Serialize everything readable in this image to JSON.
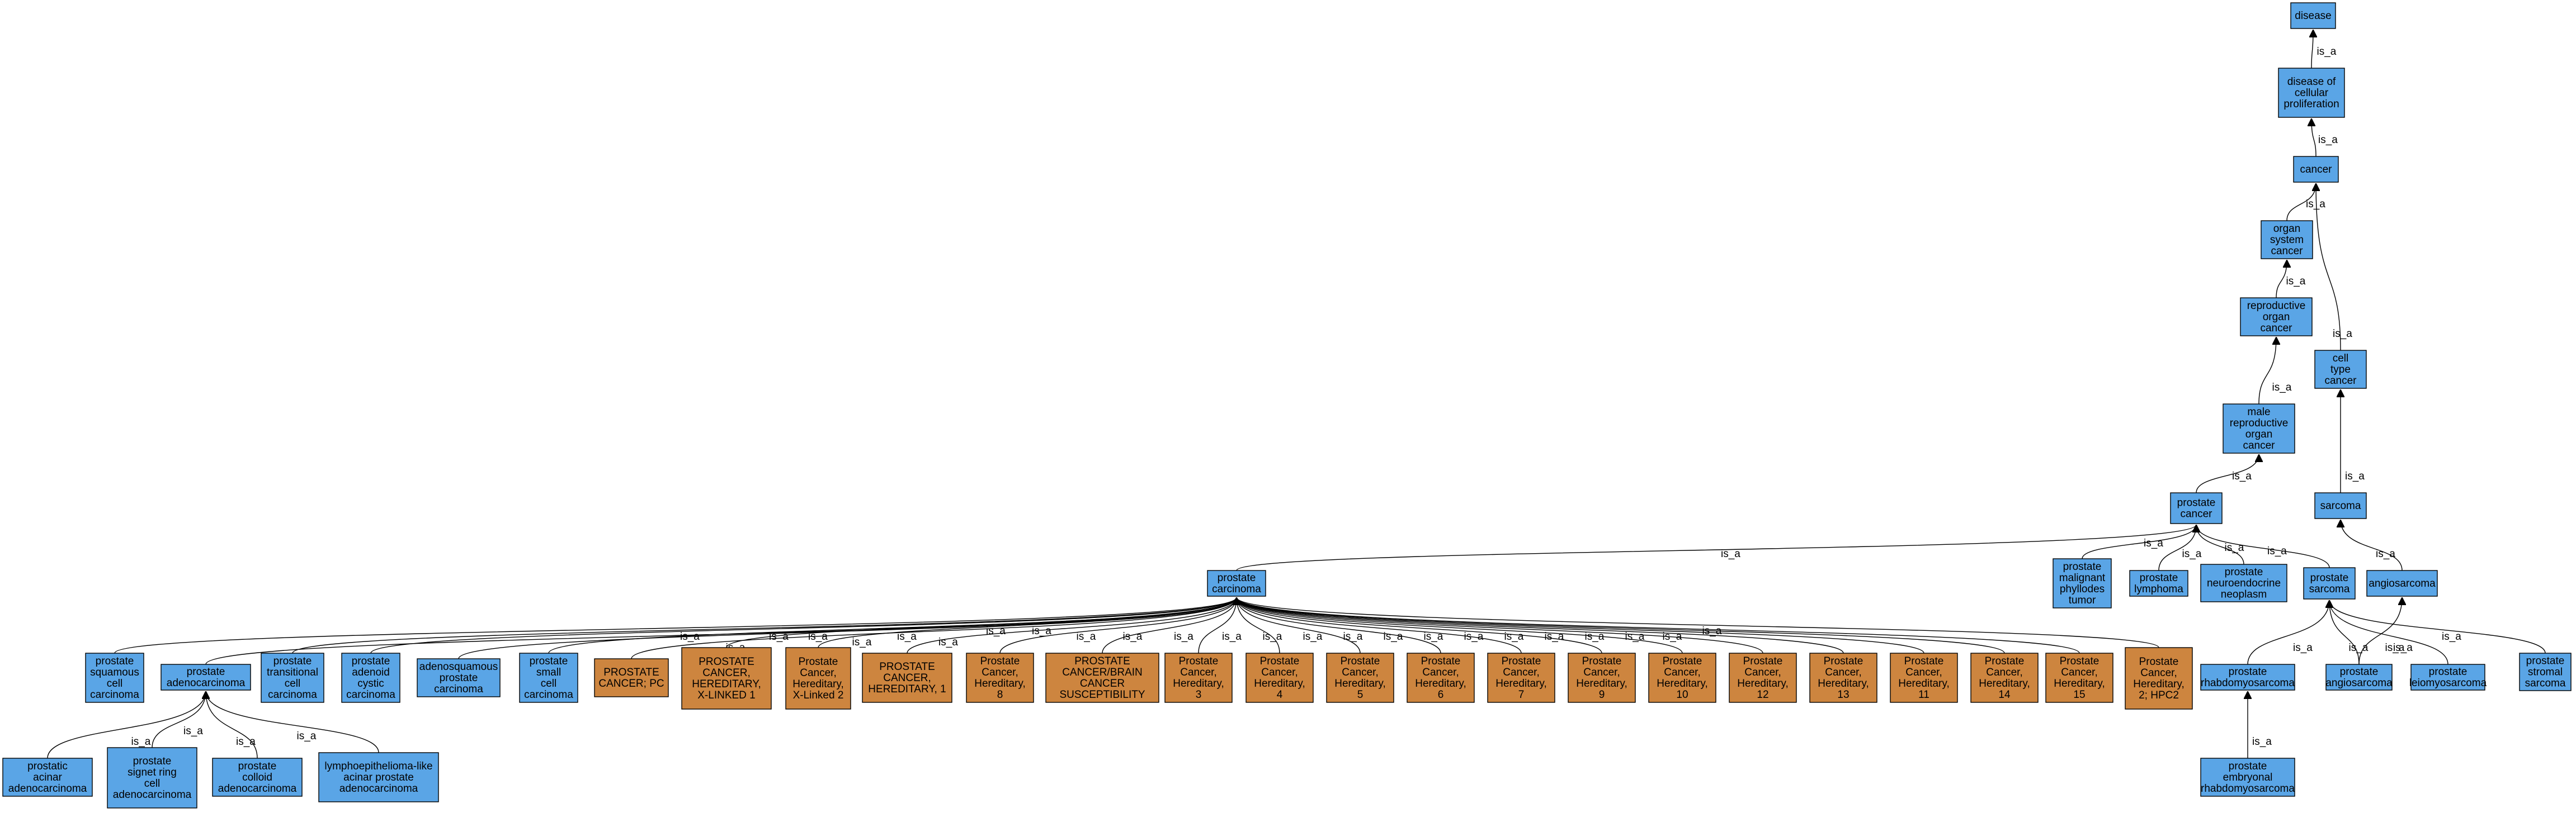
{
  "colors": {
    "ontology_node": "#5aa5e6",
    "omim_node": "#cd853f",
    "edge": "#000000",
    "background": "#ffffff"
  },
  "edge_label": "is_a",
  "nodes": [
    {
      "id": "disease",
      "label": "disease",
      "kind": "ontology"
    },
    {
      "id": "disease-of-cellular-proliferation",
      "label": "disease of cellular proliferation",
      "kind": "ontology"
    },
    {
      "id": "cancer",
      "label": "cancer",
      "kind": "ontology"
    },
    {
      "id": "organ-system-cancer",
      "label": "organ system cancer",
      "kind": "ontology"
    },
    {
      "id": "reproductive-organ-cancer",
      "label": "reproductive organ cancer",
      "kind": "ontology"
    },
    {
      "id": "cell-type-cancer",
      "label": "cell type cancer",
      "kind": "ontology"
    },
    {
      "id": "male-reproductive-organ-cancer",
      "label": "male reproductive organ cancer",
      "kind": "ontology"
    },
    {
      "id": "sarcoma",
      "label": "sarcoma",
      "kind": "ontology"
    },
    {
      "id": "prostate-cancer",
      "label": "prostate cancer",
      "kind": "ontology"
    },
    {
      "id": "angiosarcoma-top",
      "label": "angiosarcoma",
      "kind": "ontology"
    },
    {
      "id": "prostate-malignant-phyllodes-tumor",
      "label": "prostate malignant phyllodes tumor",
      "kind": "ontology"
    },
    {
      "id": "prostate-lymphoma",
      "label": "prostate lymphoma",
      "kind": "ontology"
    },
    {
      "id": "prostate-neuroendocrine-neoplasm",
      "label": "prostate neuroendocrine neoplasm",
      "kind": "ontology"
    },
    {
      "id": "prostate-sarcoma",
      "label": "prostate sarcoma",
      "kind": "ontology"
    },
    {
      "id": "prostate-carcinoma",
      "label": "prostate carcinoma",
      "kind": "ontology"
    },
    {
      "id": "prostate-squamous-cell-carcinoma",
      "label": "prostate squamous cell carcinoma",
      "kind": "ontology"
    },
    {
      "id": "prostate-adenocarcinoma",
      "label": "prostate adenocarcinoma",
      "kind": "ontology"
    },
    {
      "id": "prostate-transitional-cell-carcinoma",
      "label": "prostate transitional cell carcinoma",
      "kind": "ontology"
    },
    {
      "id": "prostate-adenoid-cystic-carcinoma",
      "label": "prostate adenoid cystic carcinoma",
      "kind": "ontology"
    },
    {
      "id": "adenosquamous-prostate-carcinoma",
      "label": "adenosquamous prostate carcinoma",
      "kind": "ontology"
    },
    {
      "id": "prostate-small-cell-carcinoma",
      "label": "prostate small cell carcinoma",
      "kind": "ontology"
    },
    {
      "id": "omim-pc",
      "label": "PROSTATE CANCER; PC",
      "kind": "omim"
    },
    {
      "id": "omim-hxl1",
      "label": "PROSTATE CANCER, HEREDITARY, X-LINKED 1",
      "kind": "omim"
    },
    {
      "id": "omim-hxl2",
      "label": "Prostate Cancer, Hereditary, X-Linked 2",
      "kind": "omim"
    },
    {
      "id": "omim-h1",
      "label": "PROSTATE CANCER, HEREDITARY, 1",
      "kind": "omim"
    },
    {
      "id": "omim-h8",
      "label": "Prostate Cancer, Hereditary, 8",
      "kind": "omim"
    },
    {
      "id": "omim-brain",
      "label": "PROSTATE CANCER/BRAIN CANCER SUSCEPTIBILITY",
      "kind": "omim"
    },
    {
      "id": "omim-h3",
      "label": "Prostate Cancer, Hereditary, 3",
      "kind": "omim"
    },
    {
      "id": "omim-h4",
      "label": "Prostate Cancer, Hereditary, 4",
      "kind": "omim"
    },
    {
      "id": "omim-h5",
      "label": "Prostate Cancer, Hereditary, 5",
      "kind": "omim"
    },
    {
      "id": "omim-h6",
      "label": "Prostate Cancer, Hereditary, 6",
      "kind": "omim"
    },
    {
      "id": "omim-h7",
      "label": "Prostate Cancer, Hereditary, 7",
      "kind": "omim"
    },
    {
      "id": "omim-h9",
      "label": "Prostate Cancer, Hereditary, 9",
      "kind": "omim"
    },
    {
      "id": "omim-h10",
      "label": "Prostate Cancer, Hereditary, 10",
      "kind": "omim"
    },
    {
      "id": "omim-h12",
      "label": "Prostate Cancer, Hereditary, 12",
      "kind": "omim"
    },
    {
      "id": "omim-h13",
      "label": "Prostate Cancer, Hereditary, 13",
      "kind": "omim"
    },
    {
      "id": "omim-h11",
      "label": "Prostate Cancer, Hereditary, 11",
      "kind": "omim"
    },
    {
      "id": "omim-h14",
      "label": "Prostate Cancer, Hereditary, 14",
      "kind": "omim"
    },
    {
      "id": "omim-h15",
      "label": "Prostate Cancer, Hereditary, 15",
      "kind": "omim"
    },
    {
      "id": "omim-h2-hpc2",
      "label": "Prostate Cancer, Hereditary, 2; HPC2",
      "kind": "omim"
    },
    {
      "id": "prostate-rhabdomyosarcoma",
      "label": "prostate rhabdomyosarcoma",
      "kind": "ontology"
    },
    {
      "id": "prostate-angiosarcoma",
      "label": "prostate angiosarcoma",
      "kind": "ontology"
    },
    {
      "id": "prostate-leiomyosarcoma",
      "label": "prostate leiomyosarcoma",
      "kind": "ontology"
    },
    {
      "id": "prostate-stromal-sarcoma",
      "label": "prostate stromal sarcoma",
      "kind": "ontology"
    },
    {
      "id": "prostatic-acinar-adenocarcinoma",
      "label": "prostatic acinar adenocarcinoma",
      "kind": "ontology"
    },
    {
      "id": "prostate-signet-ring-cell-adenocarcinoma",
      "label": "prostate signet ring cell adenocarcinoma",
      "kind": "ontology"
    },
    {
      "id": "prostate-colloid-adenocarcinoma",
      "label": "prostate colloid adenocarcinoma",
      "kind": "ontology"
    },
    {
      "id": "lymphoepithelioma-like-acinar-prostate-adenocarcinoma",
      "label": "lymphoepithelioma-like acinar prostate adenocarcinoma",
      "kind": "ontology"
    },
    {
      "id": "prostate-embryonal-rhabdomyosarcoma",
      "label": "prostate embryonal rhabdomyosarcoma",
      "kind": "ontology"
    }
  ],
  "edges": [
    {
      "from": "disease-of-cellular-proliferation",
      "to": "disease"
    },
    {
      "from": "cancer",
      "to": "disease-of-cellular-proliferation"
    },
    {
      "from": "organ-system-cancer",
      "to": "cancer"
    },
    {
      "from": "cell-type-cancer",
      "to": "cancer"
    },
    {
      "from": "reproductive-organ-cancer",
      "to": "organ-system-cancer"
    },
    {
      "from": "male-reproductive-organ-cancer",
      "to": "reproductive-organ-cancer"
    },
    {
      "from": "sarcoma",
      "to": "cell-type-cancer"
    },
    {
      "from": "prostate-cancer",
      "to": "male-reproductive-organ-cancer"
    },
    {
      "from": "angiosarcoma-top",
      "to": "sarcoma"
    },
    {
      "from": "prostate-carcinoma",
      "to": "prostate-cancer"
    },
    {
      "from": "prostate-malignant-phyllodes-tumor",
      "to": "prostate-cancer"
    },
    {
      "from": "prostate-lymphoma",
      "to": "prostate-cancer"
    },
    {
      "from": "prostate-neuroendocrine-neoplasm",
      "to": "prostate-cancer"
    },
    {
      "from": "prostate-sarcoma",
      "to": "prostate-cancer"
    },
    {
      "from": "prostate-squamous-cell-carcinoma",
      "to": "prostate-carcinoma"
    },
    {
      "from": "prostate-adenocarcinoma",
      "to": "prostate-carcinoma"
    },
    {
      "from": "prostate-transitional-cell-carcinoma",
      "to": "prostate-carcinoma"
    },
    {
      "from": "prostate-adenoid-cystic-carcinoma",
      "to": "prostate-carcinoma"
    },
    {
      "from": "adenosquamous-prostate-carcinoma",
      "to": "prostate-carcinoma"
    },
    {
      "from": "prostate-small-cell-carcinoma",
      "to": "prostate-carcinoma"
    },
    {
      "from": "omim-pc",
      "to": "prostate-carcinoma"
    },
    {
      "from": "omim-hxl1",
      "to": "prostate-carcinoma"
    },
    {
      "from": "omim-hxl2",
      "to": "prostate-carcinoma"
    },
    {
      "from": "omim-h1",
      "to": "prostate-carcinoma"
    },
    {
      "from": "omim-h8",
      "to": "prostate-carcinoma"
    },
    {
      "from": "omim-brain",
      "to": "prostate-carcinoma"
    },
    {
      "from": "omim-h3",
      "to": "prostate-carcinoma"
    },
    {
      "from": "omim-h4",
      "to": "prostate-carcinoma"
    },
    {
      "from": "omim-h5",
      "to": "prostate-carcinoma"
    },
    {
      "from": "omim-h6",
      "to": "prostate-carcinoma"
    },
    {
      "from": "omim-h7",
      "to": "prostate-carcinoma"
    },
    {
      "from": "omim-h9",
      "to": "prostate-carcinoma"
    },
    {
      "from": "omim-h10",
      "to": "prostate-carcinoma"
    },
    {
      "from": "omim-h12",
      "to": "prostate-carcinoma"
    },
    {
      "from": "omim-h13",
      "to": "prostate-carcinoma"
    },
    {
      "from": "omim-h11",
      "to": "prostate-carcinoma"
    },
    {
      "from": "omim-h14",
      "to": "prostate-carcinoma"
    },
    {
      "from": "omim-h15",
      "to": "prostate-carcinoma"
    },
    {
      "from": "omim-h2-hpc2",
      "to": "prostate-carcinoma"
    },
    {
      "from": "prostate-rhabdomyosarcoma",
      "to": "prostate-sarcoma"
    },
    {
      "from": "prostate-angiosarcoma",
      "to": "prostate-sarcoma"
    },
    {
      "from": "prostate-angiosarcoma",
      "to": "angiosarcoma-top"
    },
    {
      "from": "prostate-leiomyosarcoma",
      "to": "prostate-sarcoma"
    },
    {
      "from": "prostate-stromal-sarcoma",
      "to": "prostate-sarcoma"
    },
    {
      "from": "prostatic-acinar-adenocarcinoma",
      "to": "prostate-adenocarcinoma"
    },
    {
      "from": "prostate-signet-ring-cell-adenocarcinoma",
      "to": "prostate-adenocarcinoma"
    },
    {
      "from": "prostate-colloid-adenocarcinoma",
      "to": "prostate-adenocarcinoma"
    },
    {
      "from": "lymphoepithelioma-like-acinar-prostate-adenocarcinoma",
      "to": "prostate-adenocarcinoma"
    },
    {
      "from": "prostate-embryonal-rhabdomyosarcoma",
      "to": "prostate-rhabdomyosarcoma"
    }
  ]
}
